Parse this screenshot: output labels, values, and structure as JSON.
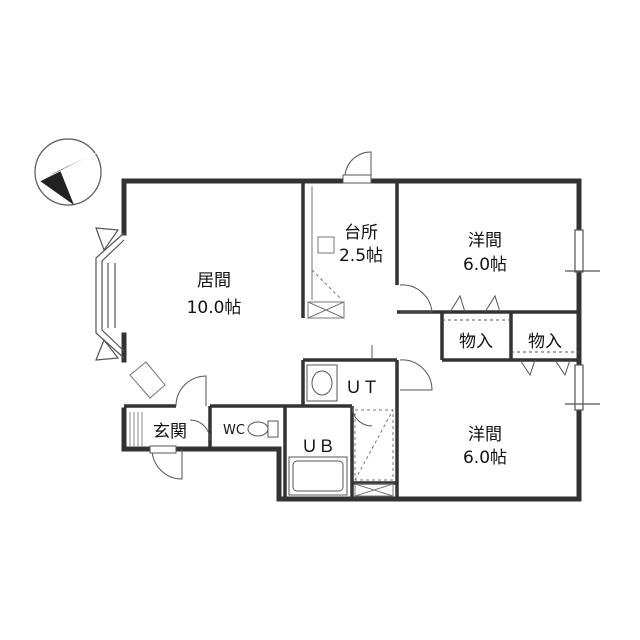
{
  "colors": {
    "wall": "#333333",
    "line": "#555555",
    "thin": "#888888",
    "compass": "#222222"
  },
  "compass": {
    "icon": "north-arrow-icon"
  },
  "rooms": {
    "living": {
      "name": "居間",
      "size": "10.0帖"
    },
    "kitchen": {
      "name": "台所",
      "size": "2.5帖"
    },
    "western_a": {
      "name": "洋間",
      "size": "6.0帖"
    },
    "western_b": {
      "name": "洋間",
      "size": "6.0帖"
    },
    "closet_a": {
      "name": "物入"
    },
    "closet_b": {
      "name": "物入"
    },
    "utility": {
      "name": "ＵＴ"
    },
    "bath": {
      "name": "ＵＢ"
    },
    "toilet": {
      "name": "WC"
    },
    "entrance": {
      "name": "玄関"
    }
  }
}
